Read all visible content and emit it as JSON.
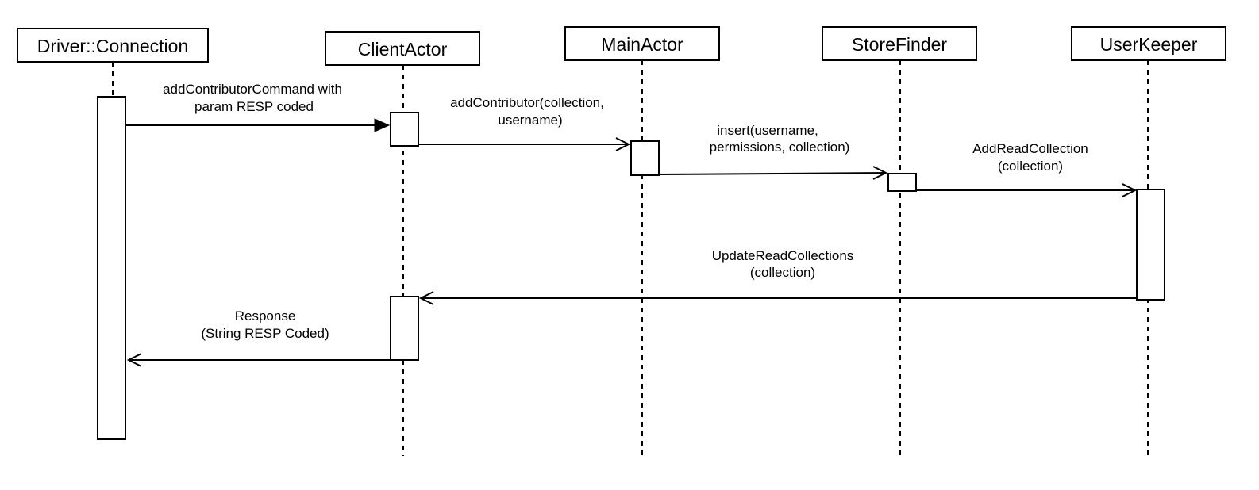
{
  "diagram": {
    "type": "sequence",
    "lifelines": [
      {
        "id": "driver",
        "label": "Driver::Connection"
      },
      {
        "id": "client",
        "label": "ClientActor"
      },
      {
        "id": "main",
        "label": "MainActor"
      },
      {
        "id": "store",
        "label": "StoreFinder"
      },
      {
        "id": "user",
        "label": "UserKeeper"
      }
    ],
    "messages": [
      {
        "id": "m1",
        "from": "driver",
        "to": "client",
        "arrow": "filled",
        "lines": [
          "addContributorCommand with",
          "param RESP coded"
        ]
      },
      {
        "id": "m2",
        "from": "client",
        "to": "main",
        "arrow": "open",
        "lines": [
          "addContributor(collection,",
          "username)"
        ]
      },
      {
        "id": "m3",
        "from": "main",
        "to": "store",
        "arrow": "open",
        "lines": [
          "insert(username,",
          "permissions, collection)"
        ]
      },
      {
        "id": "m4",
        "from": "store",
        "to": "user",
        "arrow": "open",
        "lines": [
          "AddReadCollection",
          "(collection)"
        ]
      },
      {
        "id": "m5",
        "from": "user",
        "to": "client",
        "arrow": "open",
        "lines": [
          "UpdateReadCollections",
          "(collection)"
        ]
      },
      {
        "id": "m6",
        "from": "client",
        "to": "driver",
        "arrow": "open",
        "lines": [
          "Response",
          "(String RESP Coded)"
        ]
      }
    ]
  }
}
